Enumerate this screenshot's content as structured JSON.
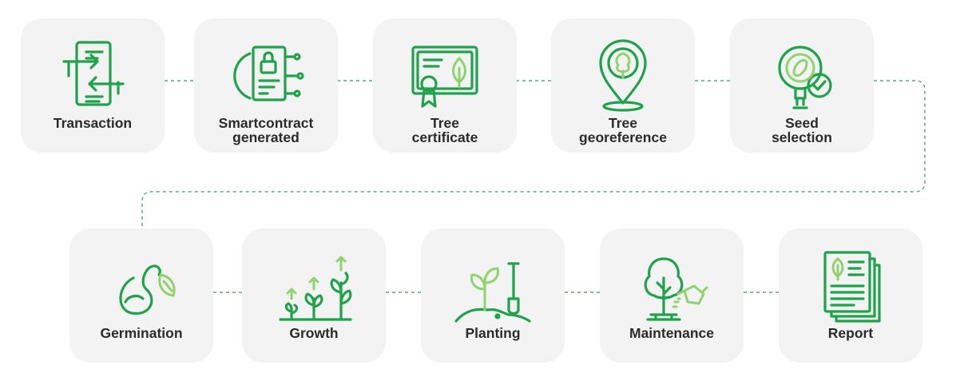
{
  "colors": {
    "accent": "#1fa34a",
    "accent_light": "#8fd36f",
    "card": "#f3f3f3",
    "connector": "#2c9e58",
    "text": "#2b2b2b"
  },
  "steps": [
    {
      "line1": "Transaction",
      "line2": "",
      "icon": "document-transfer-icon"
    },
    {
      "line1": "Smartcontract",
      "line2": "generated",
      "icon": "smart-contract-icon"
    },
    {
      "line1": "Tree",
      "line2": "certificate",
      "icon": "certificate-icon"
    },
    {
      "line1": "Tree",
      "line2": "georeference",
      "icon": "map-pin-tree-icon"
    },
    {
      "line1": "Seed",
      "line2": "selection",
      "icon": "seed-magnifier-icon"
    },
    {
      "line1": "Germination",
      "line2": "",
      "icon": "sprouting-seed-icon"
    },
    {
      "line1": "Growth",
      "line2": "",
      "icon": "growing-plants-icon"
    },
    {
      "line1": "Planting",
      "line2": "",
      "icon": "planting-shovel-icon"
    },
    {
      "line1": "Maintenance",
      "line2": "",
      "icon": "tree-watering-icon"
    },
    {
      "line1": "Report",
      "line2": "",
      "icon": "report-pages-icon"
    }
  ]
}
